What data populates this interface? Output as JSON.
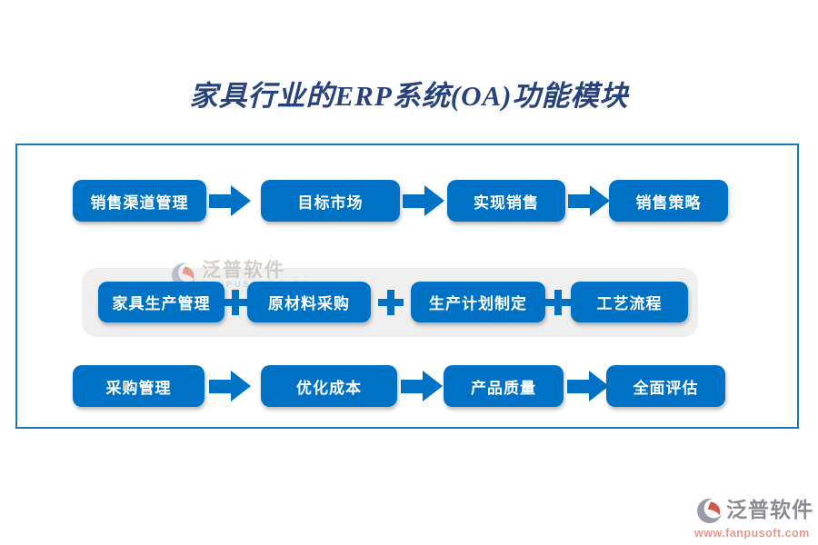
{
  "title": "家具行业的ERP系统(OA)功能模块",
  "accent_color": "#0072c6",
  "frame_border_color": "#1b74b8",
  "panel_color": "#efefef",
  "rows": [
    {
      "connector": "arrow",
      "items": [
        "销售渠道管理",
        "目标市场",
        "实现销售",
        "销售策略"
      ]
    },
    {
      "connector": "plus",
      "items": [
        "家具生产管理",
        "原材料采购",
        "生产计划制定",
        "工艺流程"
      ]
    },
    {
      "connector": "arrow",
      "items": [
        "采购管理",
        "优化成本",
        "产品质量",
        "全面评估"
      ]
    }
  ],
  "watermark": {
    "brand": "泛普软件",
    "subtext": "FANPUSOFTWARE"
  },
  "footer_logo": {
    "brand": "泛普软件",
    "url": "www.fanpusoft.com"
  }
}
